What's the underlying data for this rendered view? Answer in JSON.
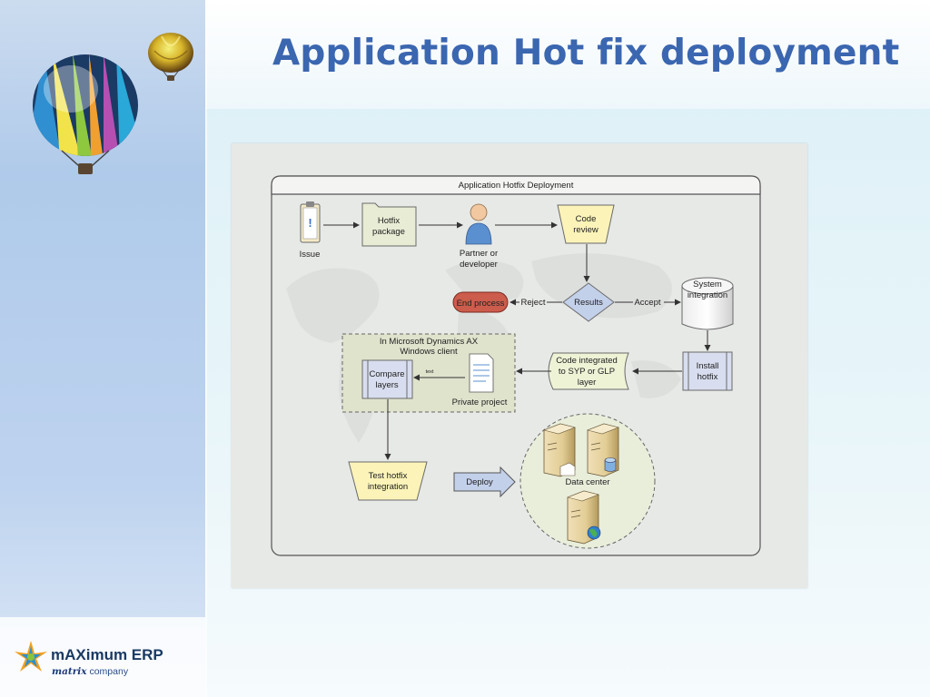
{
  "slide": {
    "title": "Application Hot fix deployment"
  },
  "diagram": {
    "title": "Application Hotfix Deployment",
    "nodes": {
      "issue": "Issue",
      "hotfix_package": [
        "Hotfix",
        "package"
      ],
      "partner": [
        "Partner or",
        "developer"
      ],
      "code_review": [
        "Code",
        "review"
      ],
      "results": "Results",
      "end_process": "End process",
      "system_integration": [
        "System",
        "integration"
      ],
      "install_hotfix": [
        "Install",
        "hotfix"
      ],
      "code_integrated": [
        "Code integrated",
        "to SYP or GLP",
        "layer"
      ],
      "ax_client": [
        "In Microsoft Dynamics AX",
        "Windows client"
      ],
      "compare_layers": [
        "Compare",
        "layers"
      ],
      "private_project": "Private project",
      "doc_label": "text",
      "test_hotfix": [
        "Test hotfix",
        "integration"
      ],
      "deploy": "Deploy",
      "data_center": "Data center"
    },
    "edges": {
      "reject": "Reject",
      "accept": "Accept"
    }
  },
  "logo": {
    "brand": "mAXimum ERP",
    "tag_prefix": "matrix",
    "tag_suffix": " company"
  },
  "colors": {
    "title": "#3b66b0",
    "review_shape": "#fbf3b8",
    "process_box": "#d8deef",
    "dashed_group": "#dfe3cc",
    "end_process": "#cc5c4c",
    "decision": "#c3d0ea",
    "data_center": "#e9eedb"
  },
  "icons": [
    "hot-air-balloon-icon",
    "clipboard-issue-icon",
    "folder-icon",
    "person-icon",
    "database-icon",
    "document-icon",
    "server-icon",
    "globe-icon",
    "logo-star-icon"
  ]
}
